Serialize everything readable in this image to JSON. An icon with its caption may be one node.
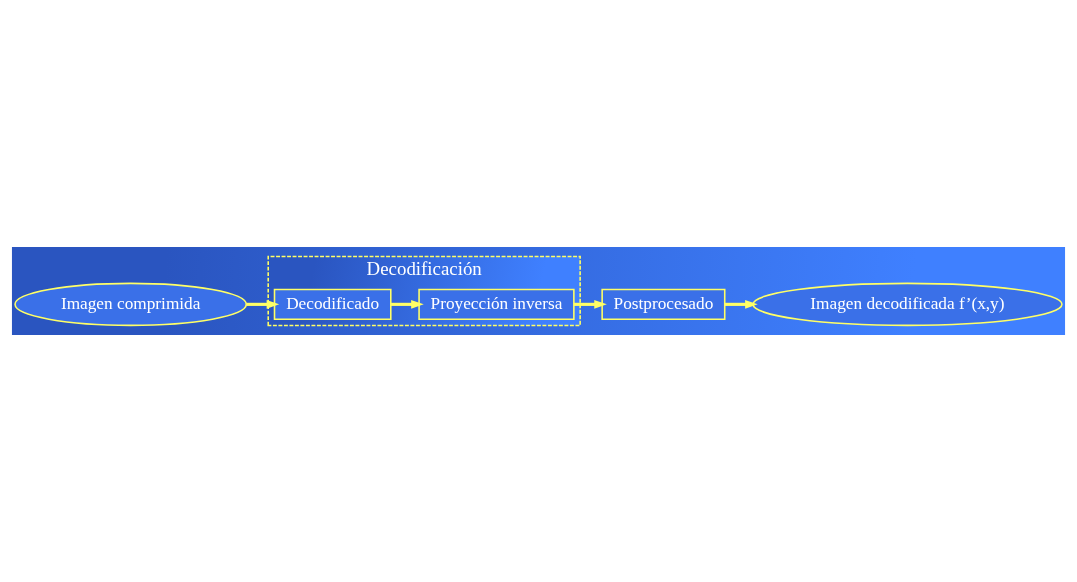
{
  "diagram": {
    "nodes": [
      {
        "text": [
          "Imagen comprimida"
        ]
      },
      {
        "text": [
          "Decodificación"
        ]
      },
      {
        "text": [
          "Decodificado"
        ],
        "in": 1
      },
      {
        "text": [
          "Proyección inversa"
        ],
        "in": 1
      },
      {
        "text": [
          "Postprocesado"
        ]
      },
      {
        "text": [
          "Imagen decodificada f’(x,y)"
        ]
      }
    ],
    "edges": [
      {
        "from": 0,
        "to": 2,
        "arrow": "to"
      },
      {
        "from": 2,
        "to": 3,
        "arrow": "to"
      },
      {
        "from": 3,
        "to": 4,
        "arrow": "to"
      },
      {
        "from": 4,
        "to": 5,
        "arrow": "to"
      }
    ]
  }
}
